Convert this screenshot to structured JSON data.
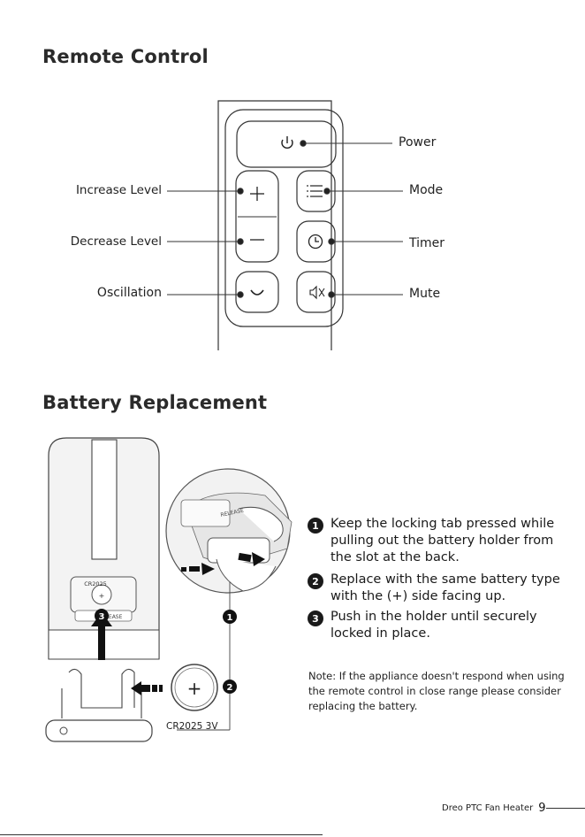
{
  "sections": {
    "remote_title": "Remote Control",
    "battery_title": "Battery Replacement"
  },
  "remote": {
    "labels": {
      "power": "Power",
      "mode": "Mode",
      "timer": "Timer",
      "mute": "Mute",
      "increase": "Increase Level",
      "decrease": "Decrease Level",
      "oscillation": "Oscillation"
    },
    "icons": {
      "power": "power-icon",
      "plus": "plus-icon",
      "minus": "minus-icon",
      "oscillation": "oscillation-icon",
      "mode": "list-icon",
      "timer": "clock-icon",
      "mute": "speaker-mute-icon"
    }
  },
  "battery": {
    "steps": [
      {
        "num": "1",
        "text": "Keep the locking tab pressed while pulling out the battery holder from the slot at the back."
      },
      {
        "num": "2",
        "text": "Replace with the same battery type with the (+) side facing up."
      },
      {
        "num": "3",
        "text": "Push in the holder until securely locked in place."
      }
    ],
    "note": "Note: If the appliance doesn't respond when using the remote control in close range please consider replacing the battery.",
    "battery_label": "CR2025 3V",
    "holder_label": "CR2025",
    "release_label": "RELEASE",
    "battery_symbol": "+"
  },
  "footer": {
    "product": "Dreo PTC Fan Heater",
    "page": "9"
  }
}
